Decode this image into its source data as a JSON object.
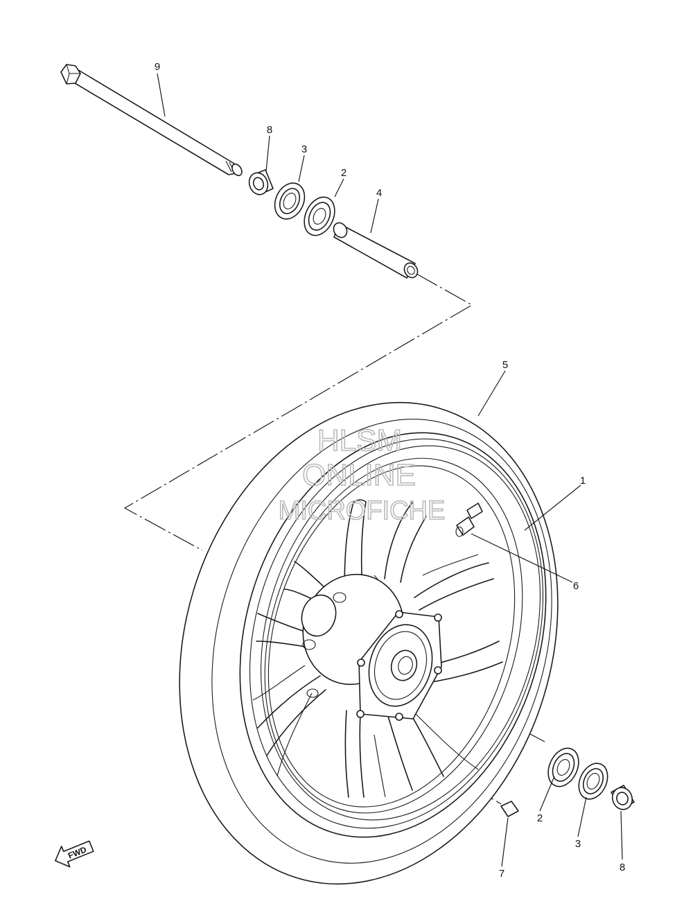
{
  "callouts": {
    "c1": "1",
    "c2a": "2",
    "c2b": "2",
    "c3a": "3",
    "c3b": "3",
    "c4": "4",
    "c5": "5",
    "c6": "6",
    "c7": "7",
    "c8a": "8",
    "c8b": "8",
    "c9": "9"
  },
  "watermark": {
    "line1": "HLSM",
    "line2": "ONLINE",
    "line3": "MICROFICHE"
  },
  "fwd_label": "FWD",
  "colors": {
    "line": "#1a1a1a",
    "watermark": "#b9b9b9",
    "background": "#ffffff"
  }
}
